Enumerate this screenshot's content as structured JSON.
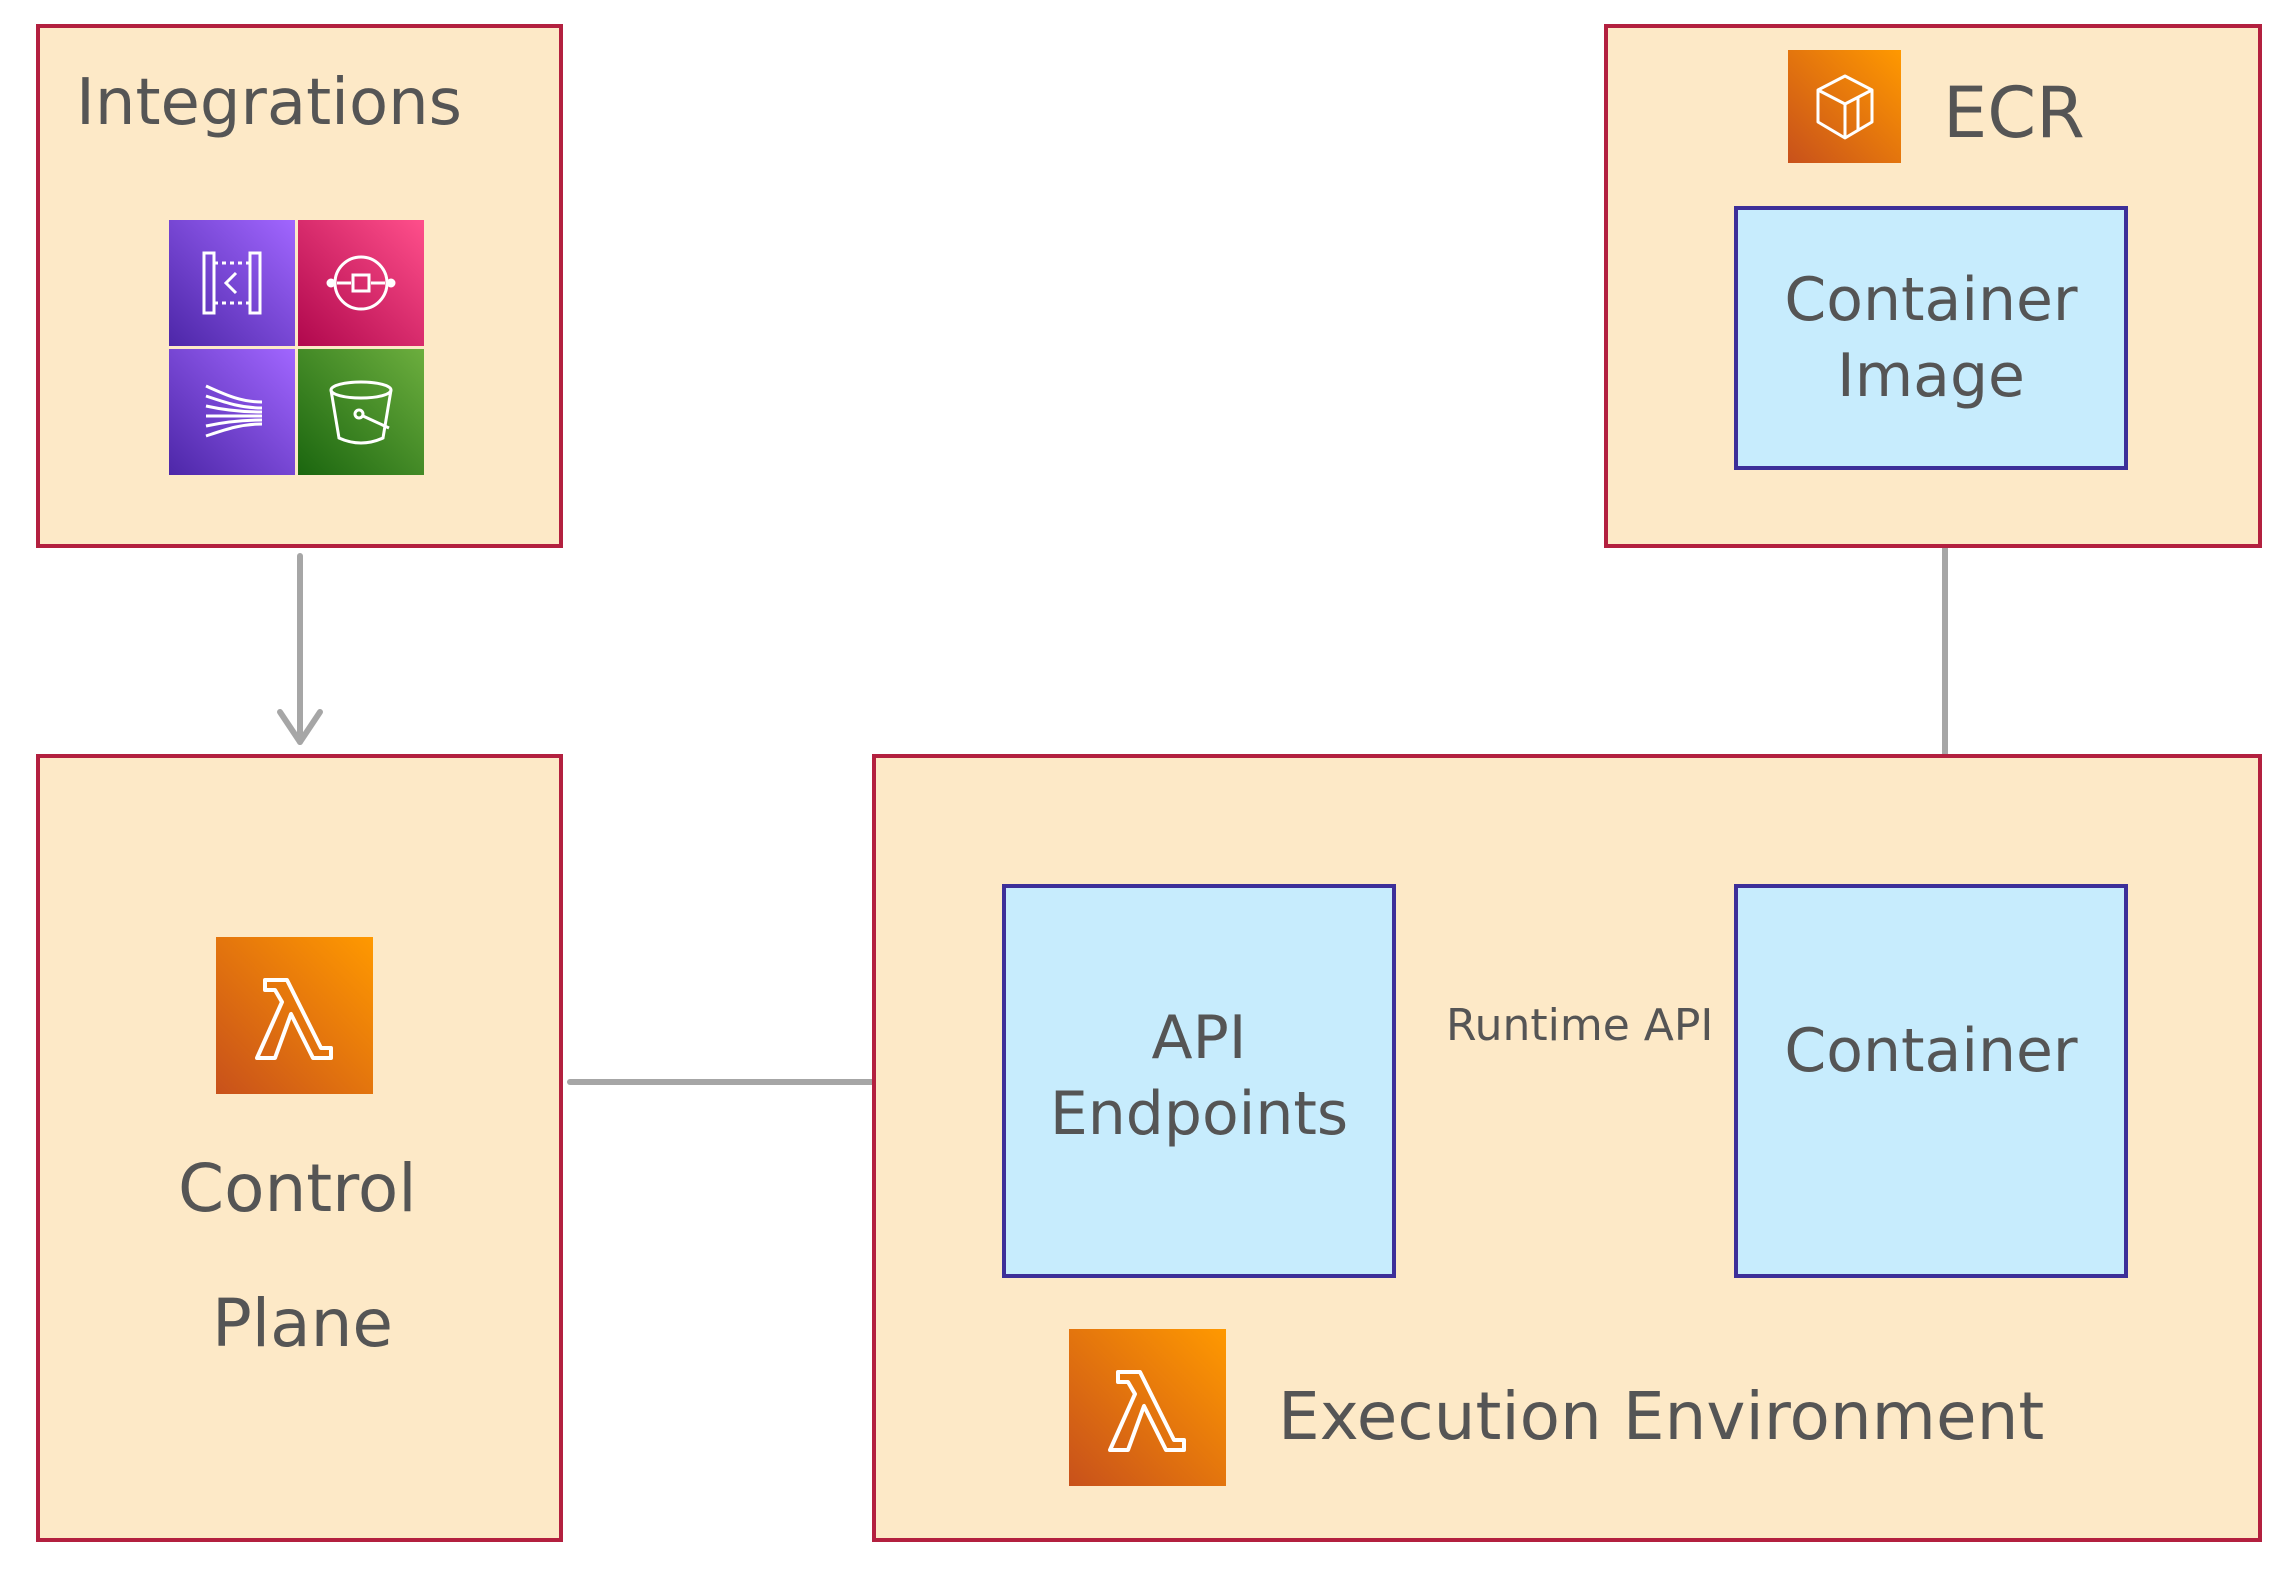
{
  "integrations": {
    "title": "Integrations",
    "icons": [
      "api-gateway-icon",
      "sqs-icon",
      "kinesis-icon",
      "s3-bucket-icon"
    ]
  },
  "ecr": {
    "title": "ECR",
    "icon": "ecr-icon",
    "image_label_line1": "Container",
    "image_label_line2": "Image"
  },
  "control_plane": {
    "icon": "lambda-icon",
    "label_line1": "Control",
    "label_line2": "Plane"
  },
  "execution_environment": {
    "title": "Execution Environment",
    "icon": "lambda-icon",
    "api_label_line1": "API",
    "api_label_line2": "Endpoints",
    "container_label": "Container",
    "runtime_api_label": "Runtime API"
  },
  "colors": {
    "box_fill": "#fde9c7",
    "box_border": "#b3203f",
    "inner_fill": "#c7ecfd",
    "inner_border": "#3d2f99",
    "arrow": "#a6a6a6",
    "text": "#555555"
  }
}
